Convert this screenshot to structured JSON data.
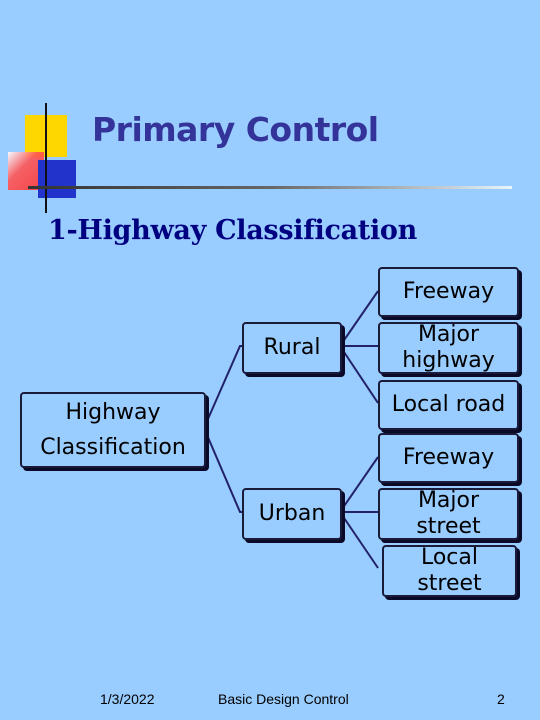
{
  "slide": {
    "title": "Primary Control",
    "subtitle": "1-Highway Classification"
  },
  "diagram": {
    "root": "Highway\nClassification",
    "rural": {
      "label": "Rural",
      "children": [
        "Freeway",
        "Major\nhighway",
        "Local road"
      ]
    },
    "urban": {
      "label": "Urban",
      "children": [
        "Freeway",
        "Major\nstreet",
        "Local\nstreet"
      ]
    }
  },
  "footer": {
    "date": "1/3/2022",
    "course": "Basic Design Control",
    "page": "2"
  },
  "colors": {
    "background": "#99CCFF",
    "title": "#333399",
    "connector": "#22226A"
  }
}
